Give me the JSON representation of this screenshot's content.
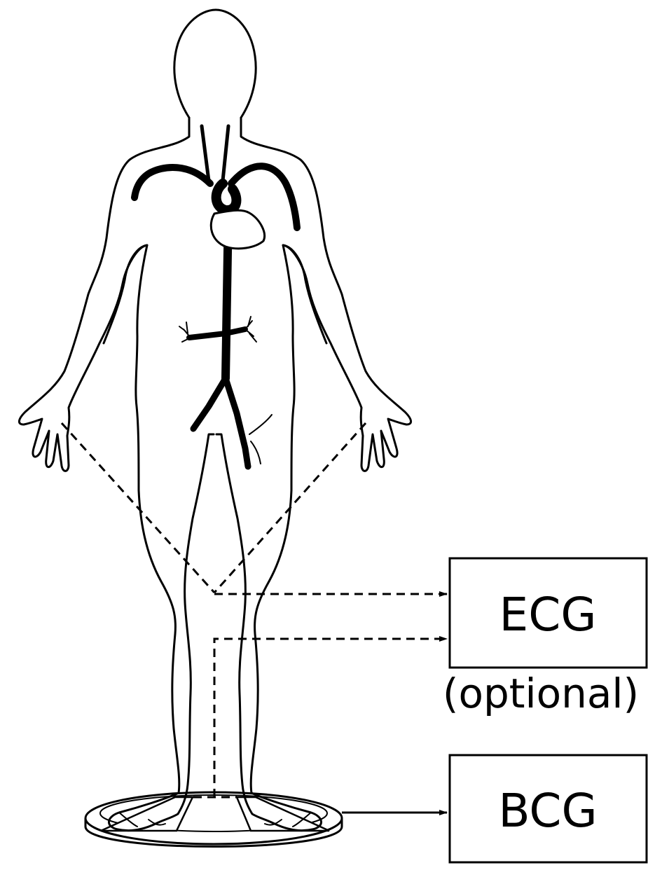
{
  "figure": {
    "boxes": [
      {
        "id": "ecg",
        "label": "ECG",
        "note": "(optional)"
      },
      {
        "id": "bcg",
        "label": "BCG"
      }
    ],
    "colors": {
      "line": "#000000",
      "background": "#ffffff"
    }
  }
}
